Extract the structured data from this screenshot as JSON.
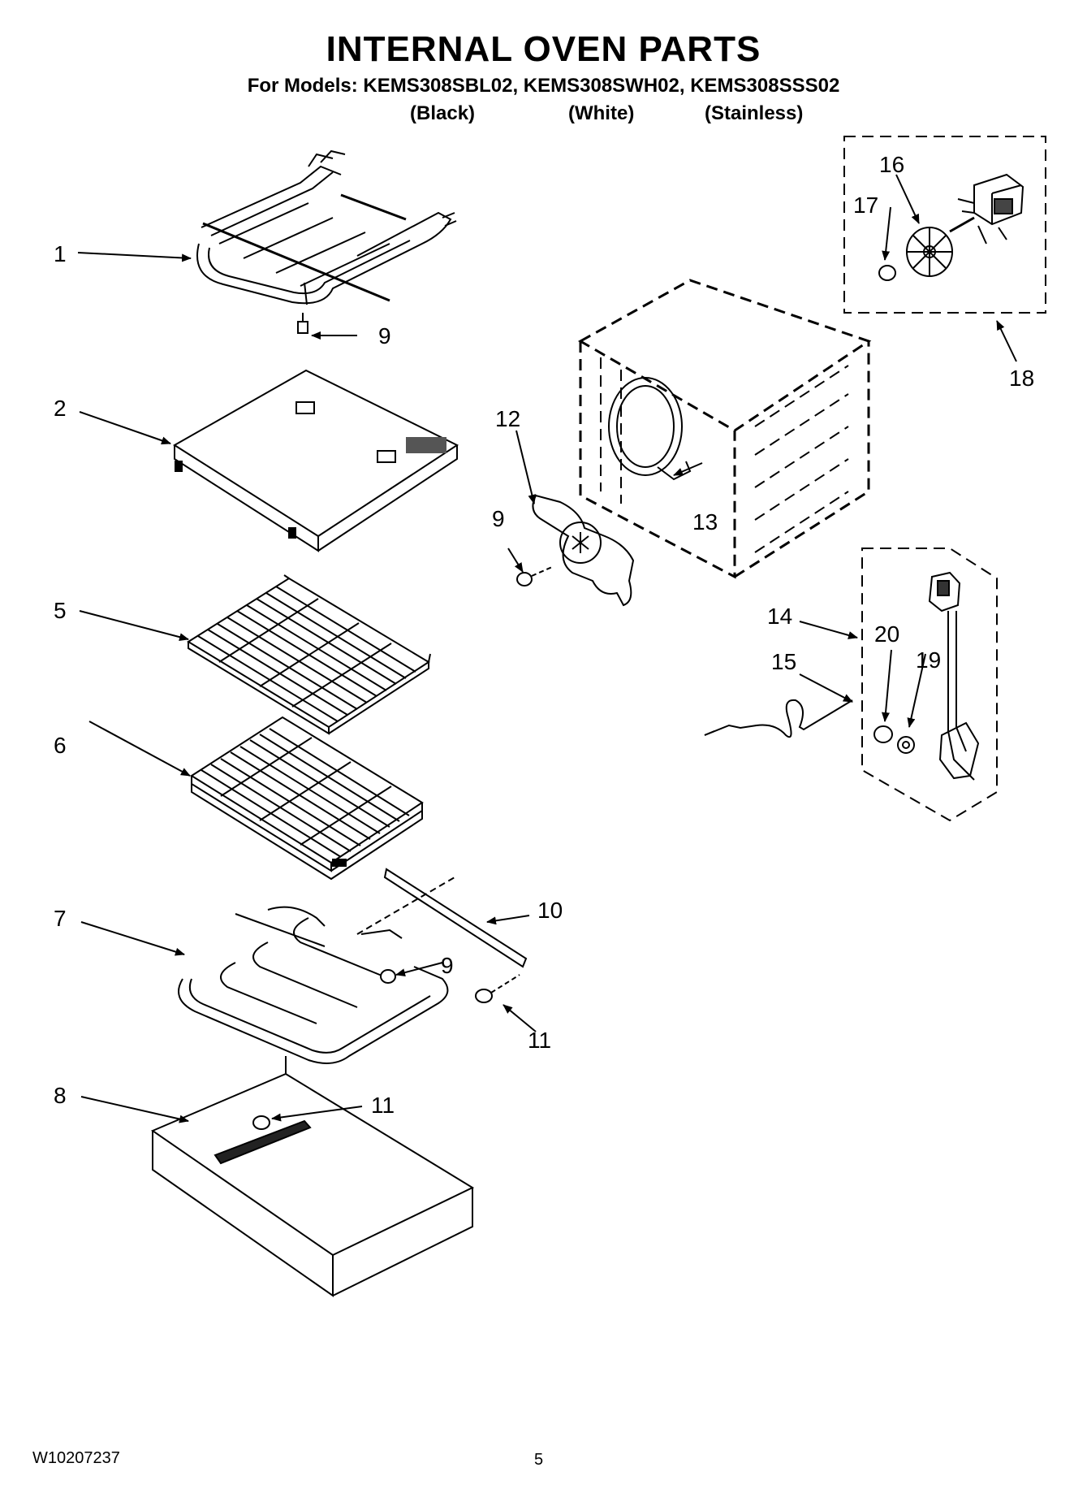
{
  "header": {
    "title": "INTERNAL OVEN PARTS",
    "models": "For Models: KEMS308SBL02, KEMS308SWH02, KEMS308SSS02",
    "color_black": "(Black)",
    "color_white": "(White)",
    "color_stainless": "(Stainless)"
  },
  "callouts": {
    "c1": "1",
    "c2": "2",
    "c5": "5",
    "c6": "6",
    "c7": "7",
    "c8": "8",
    "c9_top": "9",
    "c9_mid": "9",
    "c9_bottom": "9",
    "c10": "10",
    "c11_a": "11",
    "c11_b": "11",
    "c12": "12",
    "c13": "13",
    "c14": "14",
    "c15": "15",
    "c16": "16",
    "c17": "17",
    "c18": "18",
    "c19": "19",
    "c20": "20"
  },
  "footer": {
    "doc_number": "W10207237",
    "page_number": "5"
  }
}
